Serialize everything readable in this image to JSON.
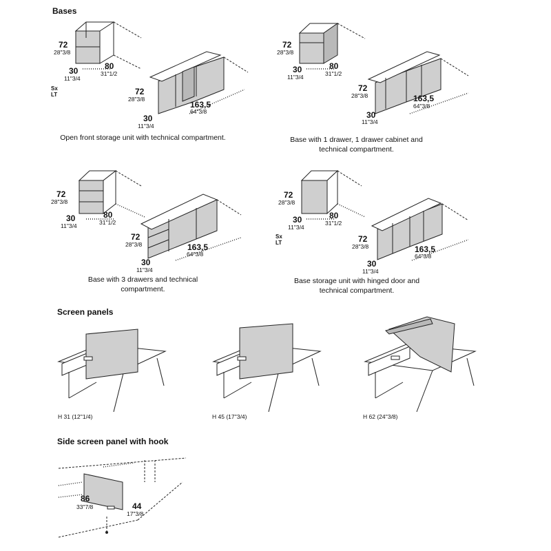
{
  "sections": {
    "bases": "Bases",
    "screen_panels": "Screen panels",
    "side_screen": "Side screen panel with hook"
  },
  "bases": [
    {
      "caption": "Open front storage unit with technical compartment.",
      "side": "Sx\nLT",
      "small": {
        "h": "72",
        "h_in": "28\"3/8",
        "d": "30",
        "d_in": "11\"3/4",
        "w": "80",
        "w_in": "31\"1/2"
      },
      "large": {
        "h": "72",
        "h_in": "28\"3/8",
        "d": "30",
        "d_in": "11\"3/4",
        "w": "163,5",
        "w_in": "64\"3/8"
      }
    },
    {
      "caption": "Base  with 1 drawer, 1 drawer cabinet and technical compartment.",
      "side": "",
      "small": {
        "h": "72",
        "h_in": "28\"3/8",
        "d": "30",
        "d_in": "11\"3/4",
        "w": "80",
        "w_in": "31\"1/2"
      },
      "large": {
        "h": "72",
        "h_in": "28\"3/8",
        "d": "30",
        "d_in": "11\"3/4",
        "w": "163,5",
        "w_in": "64\"3/8"
      }
    },
    {
      "caption": "Base  with 3 drawers and technical compartment.",
      "side": "",
      "small": {
        "h": "72",
        "h_in": "28\"3/8",
        "d": "30",
        "d_in": "11\"3/4",
        "w": "80",
        "w_in": "31\"1/2"
      },
      "large": {
        "h": "72",
        "h_in": "28\"3/8",
        "d": "30",
        "d_in": "11\"3/4",
        "w": "163,5",
        "w_in": "64\"3/8"
      }
    },
    {
      "caption": "Base storage unit with hinged door and technical compartment.",
      "side": "Sx\nLT",
      "small": {
        "h": "72",
        "h_in": "28\"3/8",
        "d": "30",
        "d_in": "11\"3/4",
        "w": "80",
        "w_in": "31\"1/2"
      },
      "large": {
        "h": "72",
        "h_in": "28\"3/8",
        "d": "30",
        "d_in": "11\"3/4",
        "w": "163,5",
        "w_in": "64\"3/8"
      }
    }
  ],
  "screens": [
    {
      "label": "H 31 (12''1/4)"
    },
    {
      "label": "H 45 (17''3/4)"
    },
    {
      "label": "H 62 (24''3/8)"
    }
  ],
  "side_panel": {
    "w": "86",
    "w_in": "33\"7/8",
    "h": "44",
    "h_in": "17\"3/8"
  }
}
